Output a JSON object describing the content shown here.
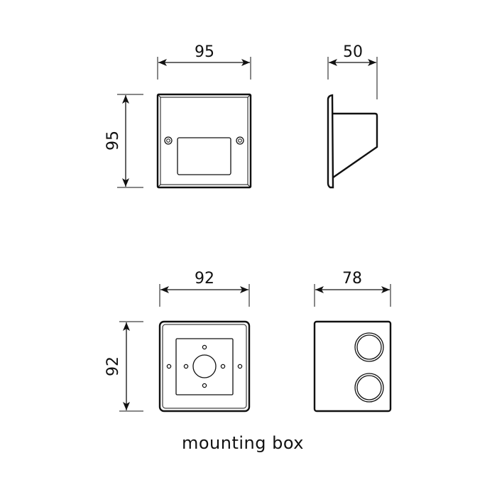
{
  "views": {
    "fixture_front": {
      "width_label": "95",
      "height_label": "95"
    },
    "fixture_side": {
      "depth_label": "50"
    },
    "box_front": {
      "width_label": "92",
      "height_label": "92"
    },
    "box_side": {
      "depth_label": "78"
    }
  },
  "caption": "mounting box",
  "colors": {
    "line": "#111111",
    "background": "#ffffff"
  }
}
